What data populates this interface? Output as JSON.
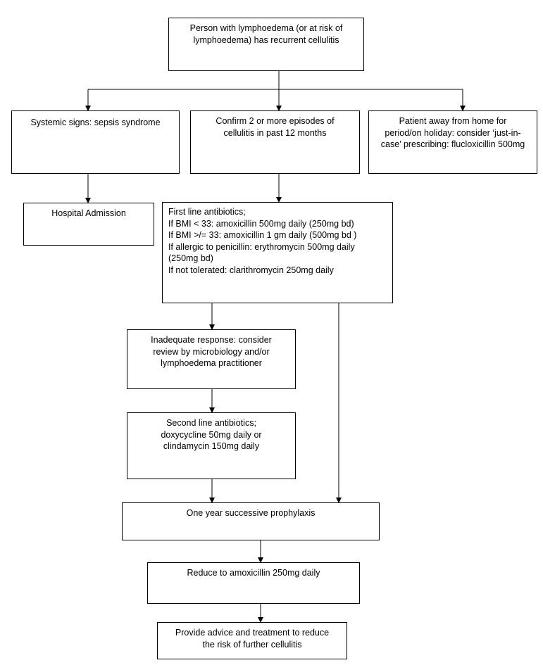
{
  "boxes": {
    "start": [
      "Person with lymphoedema (or at risk of",
      "lymphoedema) has recurrent  cellulitis"
    ],
    "sepsis": [
      "Systemic signs: sepsis syndrome"
    ],
    "confirm": [
      "Confirm 2 or more episodes of",
      "cellulitis in past 12 months"
    ],
    "away": [
      "Patient away from home for",
      "period/on holiday: consider ‘just-in-",
      "case’ prescribing: flucloxicillin 500mg"
    ],
    "hospital": [
      "Hospital Admission"
    ],
    "first_line": [
      "First line antibiotics;",
      "If BMI < 33: amoxicillin 500mg daily (250mg  bd)",
      "If BMI >/= 33: amoxicillin 1 gm daily (500mg bd )",
      "If allergic to penicillin: erythromycin 500mg daily",
      "(250mg  bd)",
      "If not tolerated: clarithromycin 250mg daily"
    ],
    "inadequate": [
      "Inadequate response: consider",
      "review by microbiology and/or",
      "lymphoedema practitioner"
    ],
    "second_line": [
      "Second line antibiotics;",
      "doxycycline 50mg daily or",
      "clindamycin 150mg daily"
    ],
    "prophylaxis": [
      "One year successive prophylaxis"
    ],
    "reduce": [
      "Reduce to amoxicillin 250mg daily"
    ],
    "advice": [
      "Provide advice and treatment to reduce",
      "the risk of further cellulitis"
    ]
  }
}
